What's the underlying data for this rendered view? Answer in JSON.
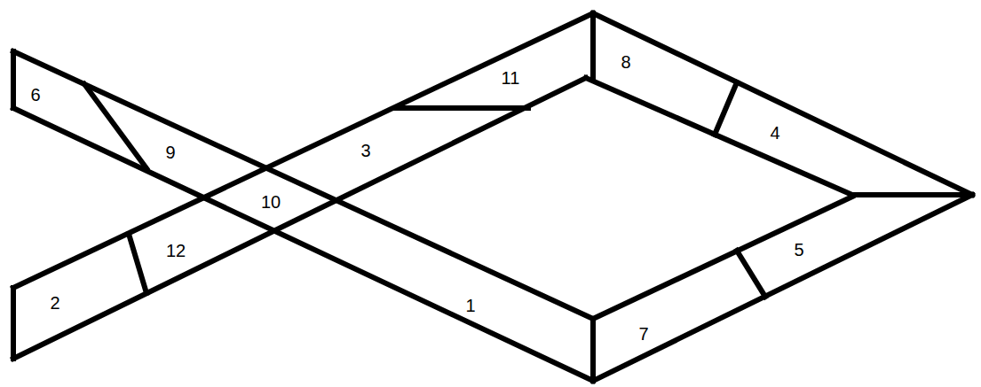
{
  "diagram": {
    "labels": [
      "8",
      "11",
      "6",
      "4",
      "9",
      "3",
      "10",
      "5",
      "12",
      "2",
      "1",
      "7"
    ]
  }
}
